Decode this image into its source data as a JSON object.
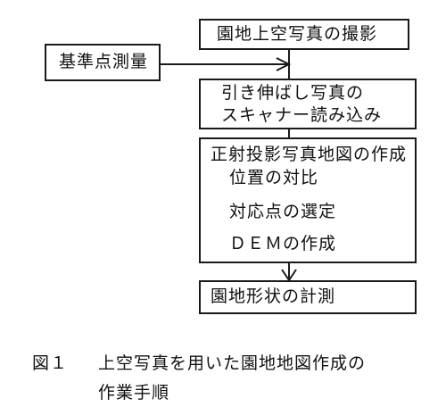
{
  "diagram": {
    "steps": {
      "aerial_photo": "園地上空写真の撮影",
      "control_survey": "基準点測量",
      "enlarge_line1": "引き伸ばし写真の",
      "enlarge_line2": "スキャナー読み込み",
      "ortho_title": "正射投影写真地図の作成",
      "ortho_sub1": "位置の対比",
      "ortho_sub2": "対応点の選定",
      "ortho_sub3": "ＤＥＭの作成",
      "measure": "園地形状の計測"
    }
  },
  "caption": {
    "label": "図１",
    "line1": "上空写真を用いた園地地図作成の",
    "line2": "作業手順"
  }
}
